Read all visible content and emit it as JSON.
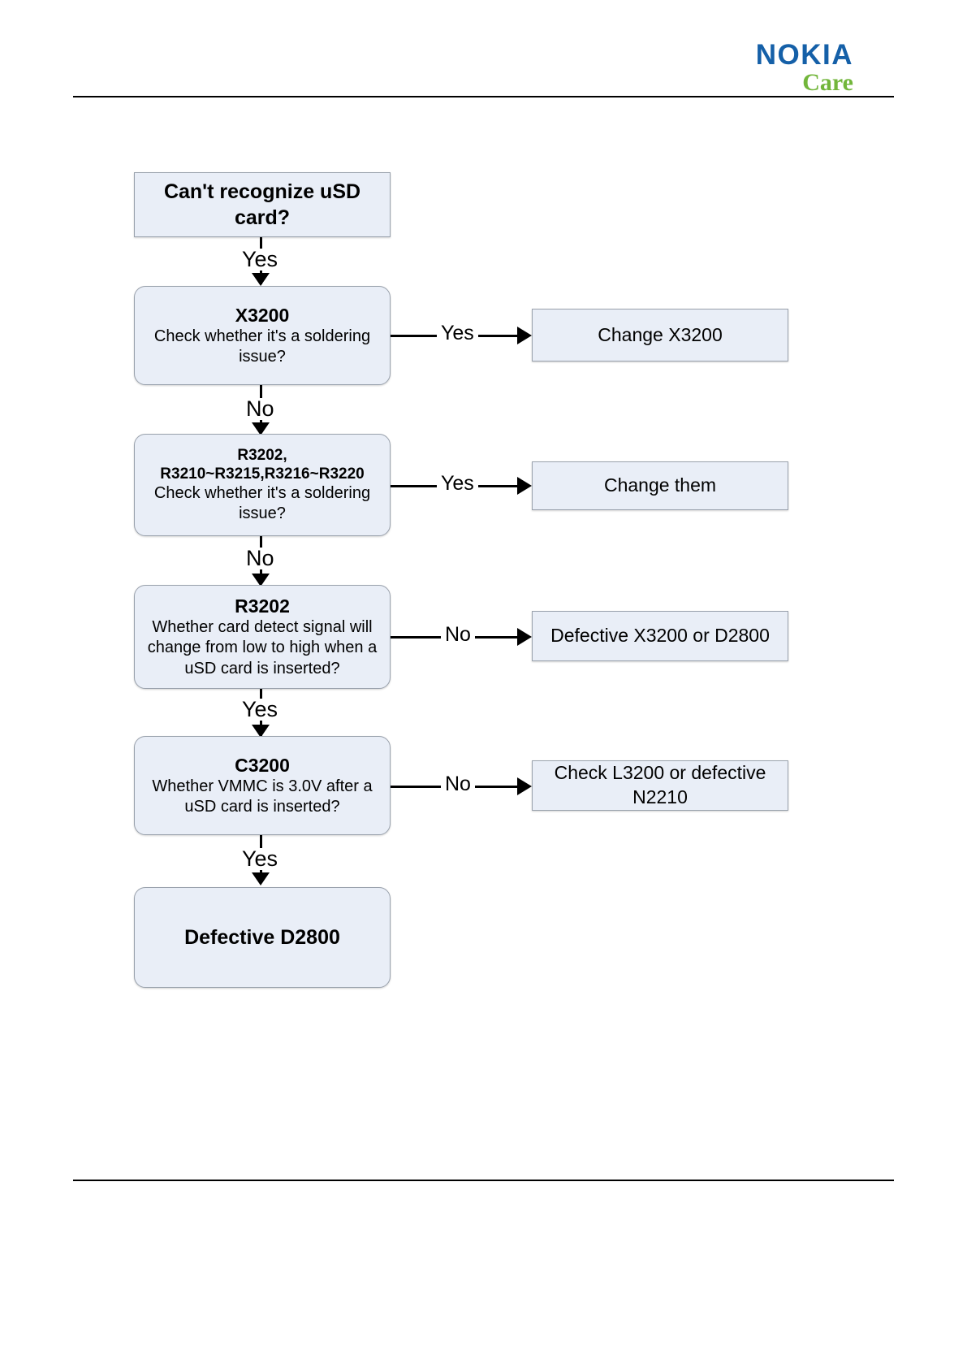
{
  "header": {
    "brand": "NOKIA",
    "sub_brand": "Care",
    "brand_color": "#1560A8",
    "sub_brand_color": "#72B63B"
  },
  "flowchart": {
    "type": "decision-flowchart",
    "title": "uSD card recognition troubleshooting",
    "nodes": {
      "start": {
        "text": "Can't recognize uSD card?",
        "shape": "rectangle",
        "bold": true
      },
      "x3200": {
        "title": "X3200",
        "body": "Check whether it's a soldering issue?",
        "shape": "rounded-rectangle"
      },
      "resistors": {
        "title_line1": "R3202,",
        "title_line2": "R3210~R3215,R3216~R3220",
        "body": "Check whether it's a soldering issue?",
        "shape": "rounded-rectangle"
      },
      "r3202": {
        "title": "R3202",
        "body": "Whether card detect signal will change from low to high when a uSD card is inserted?",
        "shape": "rounded-rectangle"
      },
      "c3200": {
        "title": "C3200",
        "body": "Whether VMMC is 3.0V after a uSD card is inserted?",
        "shape": "rounded-rectangle"
      },
      "end": {
        "text": "Defective D2800",
        "shape": "rounded-rectangle",
        "bold": true
      },
      "change_x3200": {
        "text": "Change X3200",
        "shape": "rectangle"
      },
      "change_them": {
        "text": "Change them",
        "shape": "rectangle"
      },
      "defective_x3200_d2800": {
        "text": "Defective X3200 or D2800",
        "shape": "rectangle"
      },
      "check_l3200": {
        "text": "Check L3200 or defective N2210",
        "shape": "rectangle"
      }
    },
    "edge_labels": {
      "start_to_x3200": "Yes",
      "x3200_to_change_x3200": "Yes",
      "x3200_to_resistors": "No",
      "resistors_to_change_them": "Yes",
      "resistors_to_r3202": "No",
      "r3202_to_defective": "No",
      "r3202_to_c3200": "Yes",
      "c3200_to_check_l3200": "No",
      "c3200_to_end": "Yes"
    }
  },
  "colors": {
    "box_fill": "#e9eef7",
    "box_border": "#9aa2ad",
    "line": "#000000"
  }
}
